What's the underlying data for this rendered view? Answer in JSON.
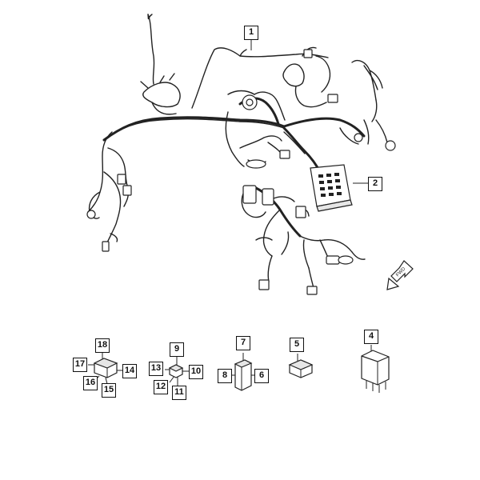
{
  "callouts": {
    "c1": "1",
    "c2": "2",
    "c4": "4",
    "c5": "5",
    "c6": "6",
    "c7": "7",
    "c8": "8",
    "c9": "9",
    "c10": "10",
    "c11": "11",
    "c12": "12",
    "c13": "13",
    "c14": "14",
    "c15": "15",
    "c16": "16",
    "c17": "17",
    "c18": "18"
  },
  "direction_label": "FWD"
}
